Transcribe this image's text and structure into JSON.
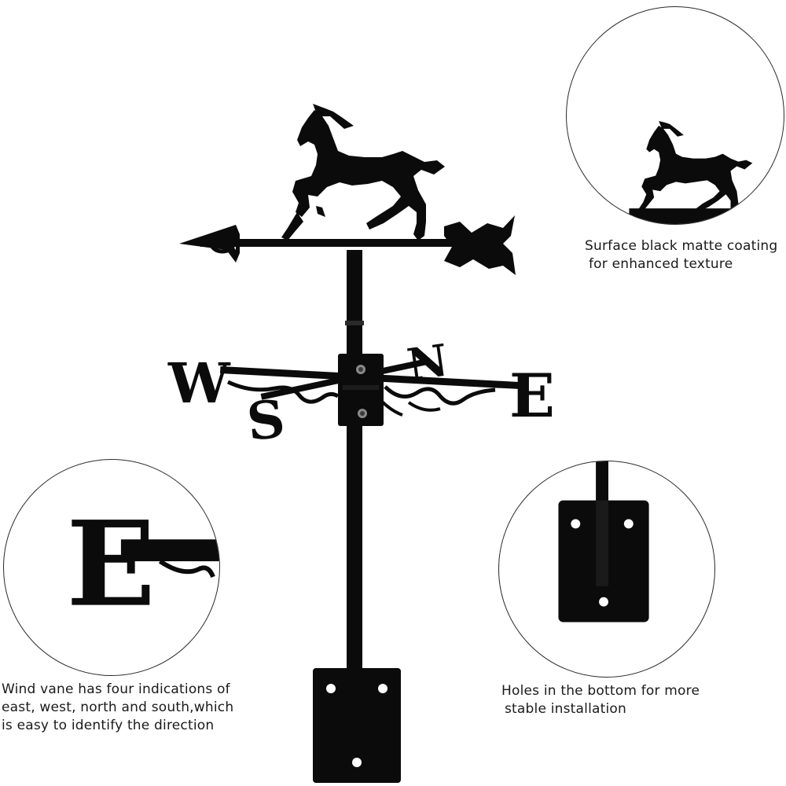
{
  "colors": {
    "background": "#ffffff",
    "product": "#0b0b0b",
    "circle_border": "#2a2a2a",
    "caption_text": "#1a1a1a"
  },
  "product": {
    "compass_letters": {
      "west": "W",
      "east": "E",
      "north": "N",
      "south": "S"
    }
  },
  "detail_coating": {
    "caption_lines": [
      "Surface black matte coating",
      "for enhanced texture"
    ]
  },
  "detail_letters": {
    "letter": "E",
    "caption_lines": [
      "Wind vane has four indications of",
      "east, west, north and south,which",
      "is easy to identify the direction"
    ]
  },
  "detail_base": {
    "caption_lines": [
      "Holes in the bottom for more",
      "stable installation"
    ]
  }
}
